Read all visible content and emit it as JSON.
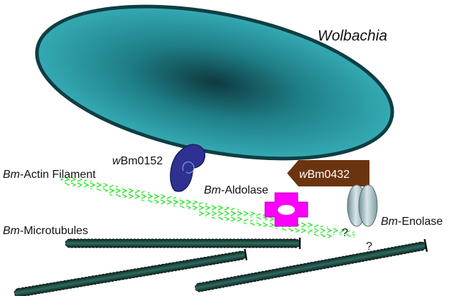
{
  "organism": {
    "name": "Wolbachia"
  },
  "proteins": {
    "wbm0152": {
      "prefix": "w",
      "rest": "Bm0152"
    },
    "wbm0432": {
      "prefix": "w",
      "rest": "Bm0432"
    }
  },
  "host": {
    "actin": {
      "prefix": "Bm",
      "rest": "-Actin Filament"
    },
    "aldolase": {
      "prefix": "Bm",
      "rest": "-Aldolase"
    },
    "microtubules": {
      "prefix": "Bm",
      "rest": "-Microtubules"
    },
    "enolase": {
      "prefix": "Bm",
      "rest": "-Enolase"
    }
  },
  "unknown_marks": [
    "?",
    "?"
  ],
  "colors": {
    "wolbachia_fill": "#2fa3ad",
    "wolbachia_edge": "#0f3e43",
    "wbm0152": "#2e3192",
    "wbm0432": "#6b3410",
    "aldolase": "#ff00ff",
    "enolase": "#9fb8bd",
    "actin": "#39e639",
    "microtubule": "#1b4d45"
  }
}
